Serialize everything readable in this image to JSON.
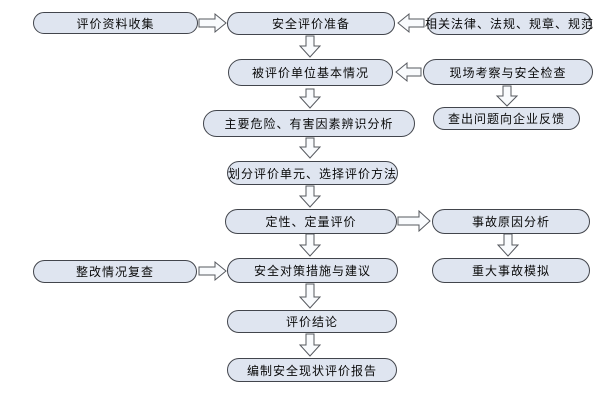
{
  "diagram_type": "flowchart",
  "colors": {
    "background": "#ffffff",
    "node_fill": "#dfe5f0",
    "node_border": "#42454c",
    "arrow_fill": "#f9fbfd",
    "arrow_border": "#55585e",
    "text": "#0a0a0a"
  },
  "nodes": [
    {
      "id": "data-collection",
      "label": "评价资料收集"
    },
    {
      "id": "preparation",
      "label": "安全评价准备"
    },
    {
      "id": "laws-regulations",
      "label": "相关法律、法规、规章、规范"
    },
    {
      "id": "unit-basic-info",
      "label": "被评价单位基本情况"
    },
    {
      "id": "site-inspection",
      "label": "现场考察与安全检查"
    },
    {
      "id": "problem-feedback",
      "label": "查出问题向企业反馈"
    },
    {
      "id": "hazard-identification",
      "label": "主要危险、有害因素辨识分析"
    },
    {
      "id": "unit-division-method",
      "label": "划分评价单元、选择评价方法"
    },
    {
      "id": "qualitative-quantitative",
      "label": "定性、定量评价"
    },
    {
      "id": "accident-cause-analysis",
      "label": "事故原因分析"
    },
    {
      "id": "rectification-review",
      "label": "整改情况复查"
    },
    {
      "id": "countermeasures",
      "label": "安全对策措施与建议"
    },
    {
      "id": "major-accident-simulation",
      "label": "重大事故模拟"
    },
    {
      "id": "conclusion",
      "label": "评价结论"
    },
    {
      "id": "report",
      "label": "编制安全现状评价报告"
    }
  ],
  "edges": [
    {
      "from": "评价资料收集",
      "to": "安全评价准备"
    },
    {
      "from": "相关法律、法规、规章、规范",
      "to": "安全评价准备"
    },
    {
      "from": "安全评价准备",
      "to": "被评价单位基本情况"
    },
    {
      "from": "现场考察与安全检查",
      "to": "被评价单位基本情况"
    },
    {
      "from": "现场考察与安全检查",
      "to": "查出问题向企业反馈"
    },
    {
      "from": "被评价单位基本情况",
      "to": "主要危险、有害因素辨识分析"
    },
    {
      "from": "主要危险、有害因素辨识分析",
      "to": "划分评价单元、选择评价方法"
    },
    {
      "from": "划分评价单元、选择评价方法",
      "to": "定性、定量评价"
    },
    {
      "from": "定性、定量评价",
      "to": "事故原因分析"
    },
    {
      "from": "事故原因分析",
      "to": "重大事故模拟"
    },
    {
      "from": "定性、定量评价",
      "to": "安全对策措施与建议"
    },
    {
      "from": "整改情况复查",
      "to": "安全对策措施与建议"
    },
    {
      "from": "安全对策措施与建议",
      "to": "评价结论"
    },
    {
      "from": "评价结论",
      "to": "编制安全现状评价报告"
    }
  ]
}
